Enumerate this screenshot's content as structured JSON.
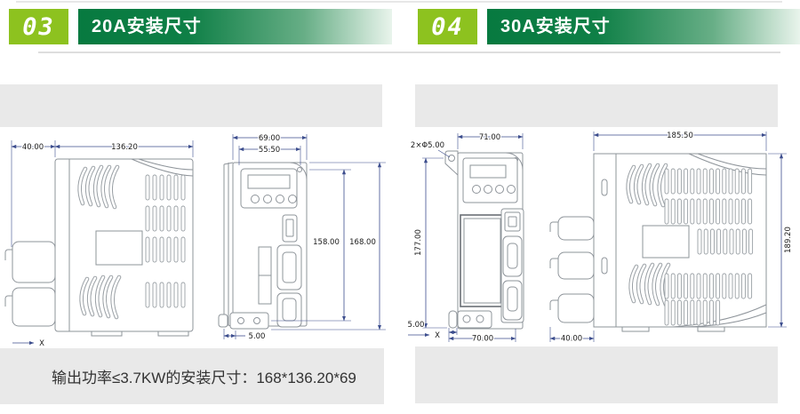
{
  "colors": {
    "badge_bg": "#8dc21f",
    "banner_dark": "#077a40",
    "banner_light": "#e9f4ec",
    "band_bg": "#e9e9e9",
    "dim_line": "#3d4e8e",
    "drawing_line": "#8e949a",
    "caption_text": "#333333"
  },
  "sections": {
    "left": {
      "badge": "03",
      "title": "20A安装尺寸",
      "caption": "输出功率≤3.7KW的安装尺寸：168*136.20*69",
      "side": {
        "dim_offset": "40.00",
        "dim_width": "136.20",
        "axis": "X"
      },
      "front": {
        "dim_outer_w": "69.00",
        "dim_inner_w": "55.50",
        "dim_mount_h": "158.00",
        "dim_total_h": "168.00",
        "dim_foot": "5.00"
      }
    },
    "right": {
      "badge": "04",
      "title": "30A安装尺寸",
      "front": {
        "dim_w": "71.00",
        "dim_holes": "2×Φ5.00",
        "dim_h": "177.00",
        "dim_foot": "5.00",
        "dim_base_w": "70.00",
        "axis": "X"
      },
      "connectors": {
        "dim_depth": "40.00"
      },
      "side": {
        "dim_w": "185.50",
        "dim_h": "189.20"
      }
    }
  }
}
